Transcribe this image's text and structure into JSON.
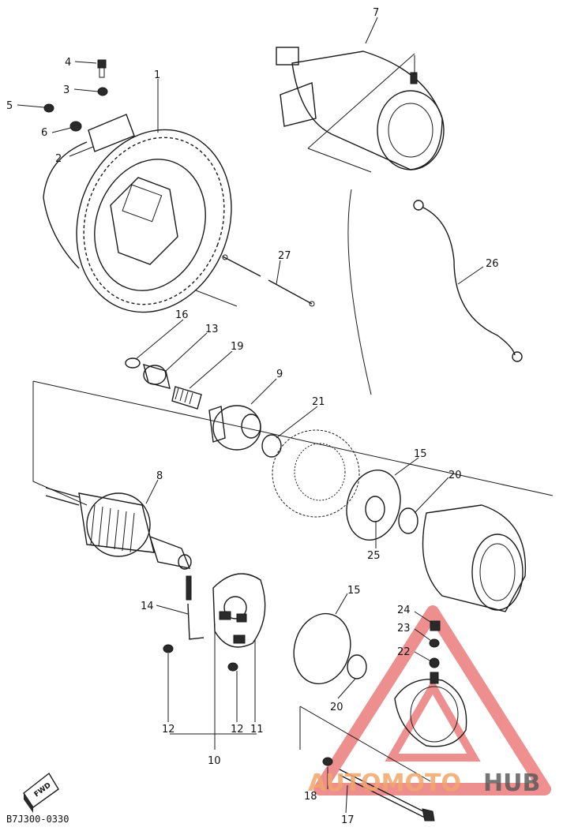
{
  "diagram": {
    "drawing_code": "B7J300-0330",
    "fwd_label": "FWD",
    "watermark": {
      "part1": "AUTOMOTO",
      "part2": "HUB"
    },
    "callouts": {
      "c1": "1",
      "c2": "2",
      "c3": "3",
      "c4": "4",
      "c5": "5",
      "c6": "6",
      "c7": "7",
      "c8": "8",
      "c9": "9",
      "c10": "10",
      "c11": "11",
      "c12a": "12",
      "c12b": "12",
      "c13": "13",
      "c14": "14",
      "c15a": "15",
      "c15b": "15",
      "c16": "16",
      "c17": "17",
      "c18": "18",
      "c19": "19",
      "c20a": "20",
      "c20b": "20",
      "c21": "21",
      "c22": "22",
      "c23": "23",
      "c24": "24",
      "c25": "25",
      "c26": "26",
      "c27": "27"
    }
  }
}
